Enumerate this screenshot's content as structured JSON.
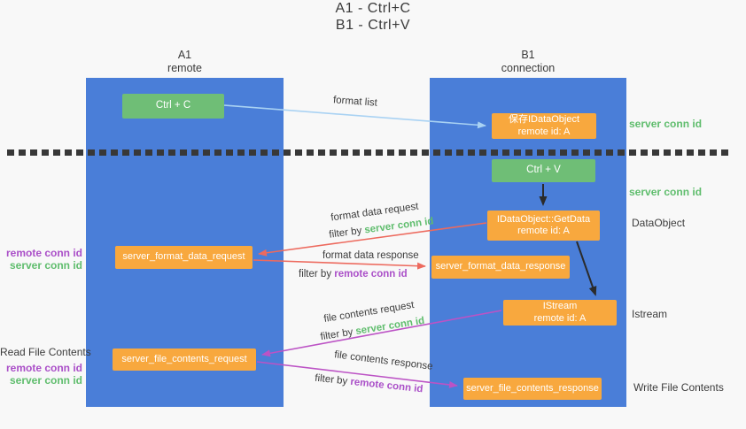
{
  "title": {
    "line1": "A1 - Ctrl+C",
    "line2": "B1 - Ctrl+V"
  },
  "columns": {
    "a1": {
      "name": "A1",
      "role": "remote"
    },
    "b1": {
      "name": "B1",
      "role": "connection"
    }
  },
  "boxes": {
    "ctrl_c": "Ctrl + C",
    "save_idataobject": {
      "line1": "保存IDataObject",
      "line2": "remote id: A"
    },
    "ctrl_v": "Ctrl + V",
    "getdata": {
      "line1": "IDataObject::GetData",
      "line2": "remote id: A"
    },
    "format_request": "server_format_data_request",
    "format_response": "server_format_data_response",
    "istream": {
      "line1": "IStream",
      "line2": "remote id: A"
    },
    "file_request": "server_file_contents_request",
    "file_response": "server_file_contents_response"
  },
  "arrow_labels": {
    "format_list": "format list",
    "format_data_request": "format data request",
    "format_data_response": "format data response",
    "file_contents_request": "file contents request",
    "file_contents_response": "file contents response",
    "filter_by": "filter by ",
    "server_conn_id": "server conn id",
    "remote_conn_id": "remote conn id"
  },
  "annotations": {
    "right_server_conn_id_1": "server conn id",
    "right_server_conn_id_2": "server conn id",
    "dataobject": "DataObject",
    "istream": "Istream",
    "write_file_contents": "Write File Contents",
    "read_file_contents": "Read File Contents",
    "left_remote_conn_id_1": "remote conn id",
    "left_server_conn_id_1": "server conn id",
    "left_remote_conn_id_2": "remote conn id",
    "left_server_conn_id_2": "server conn id"
  },
  "colors": {
    "column_blue": "#4a7ed8",
    "box_green": "#6fbe76",
    "box_orange": "#f8a83e",
    "arrow_red": "#ed6a5e",
    "arrow_magenta": "#bc53c5",
    "arrow_lightblue": "#a9d2f3",
    "arrow_black": "#2b2b2b",
    "text_green": "#5fbd6d",
    "text_purple": "#aa4fc8"
  }
}
